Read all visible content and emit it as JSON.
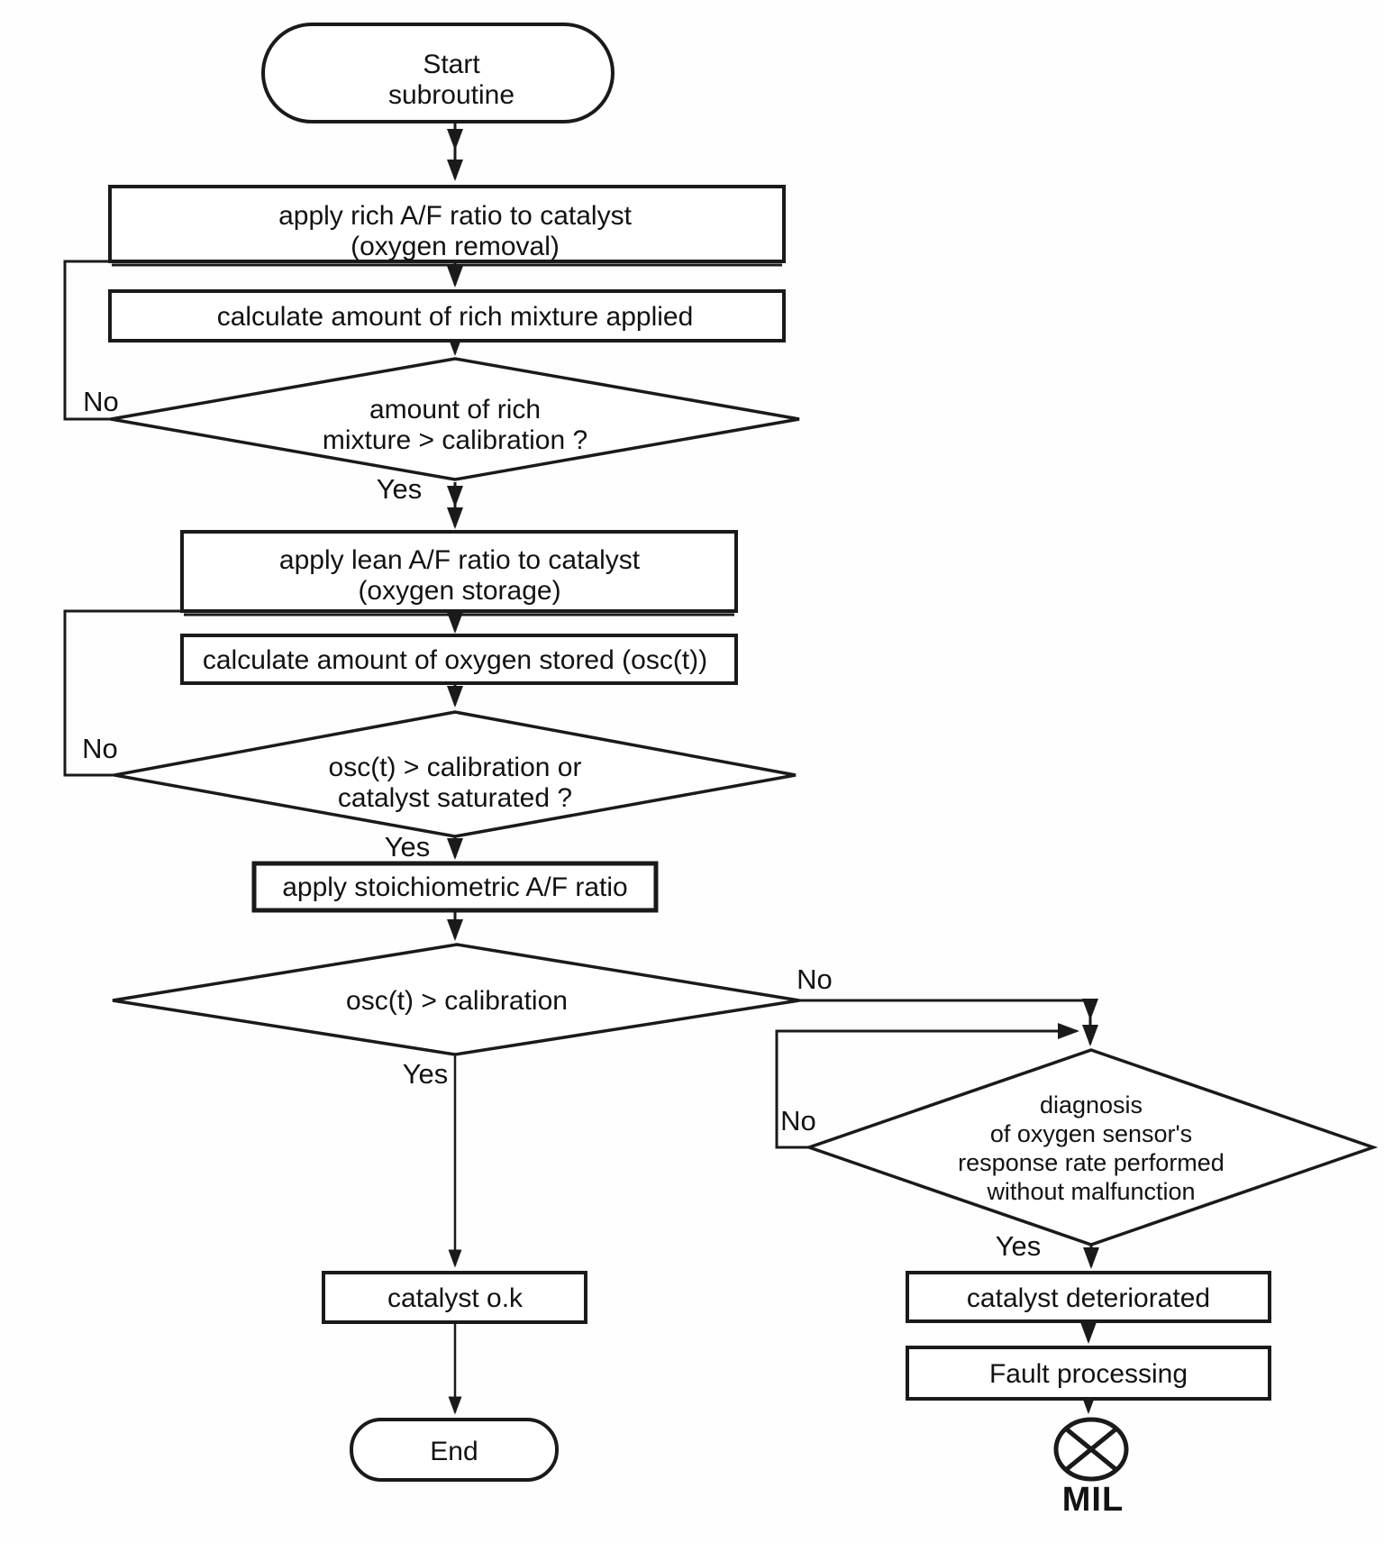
{
  "flow": {
    "labels": {
      "yes": "Yes",
      "no": "No"
    },
    "colors": {
      "ink": "#1a1a1a",
      "background": "#ffffff"
    },
    "nodes": {
      "start": {
        "line1": "Start",
        "line2": "subroutine"
      },
      "apply_rich": {
        "line1": "apply rich A/F ratio to catalyst",
        "line2": "(oxygen removal)"
      },
      "calc_rich": {
        "line1": "calculate amount of rich mixture applied"
      },
      "dec_rich_amount": {
        "line1": "amount of rich",
        "line2": "mixture > calibration ?"
      },
      "apply_lean": {
        "line1": "apply lean A/F ratio to catalyst",
        "line2": "(oxygen storage)"
      },
      "calc_oxygen": {
        "line1": "calculate amount of oxygen stored (osc(t))"
      },
      "dec_osc_saturated": {
        "line1": "osc(t) > calibration or",
        "line2": "catalyst saturated ?"
      },
      "apply_stoichiometric": {
        "line1": "apply stoichiometric A/F ratio"
      },
      "dec_osc": {
        "line1": "osc(t) > calibration"
      },
      "dec_oxygen_sensor": {
        "line1": "diagnosis",
        "line2": "of oxygen sensor's",
        "line3": "response rate performed",
        "line4": "without malfunction"
      },
      "catalyst_ok": {
        "line1": "catalyst o.k"
      },
      "end": {
        "line1": "End"
      },
      "catalyst_deteriorated": {
        "line1": "catalyst deteriorated"
      },
      "fault_processing": {
        "line1": "Fault processing"
      },
      "mil": {
        "label": "MIL"
      }
    }
  }
}
